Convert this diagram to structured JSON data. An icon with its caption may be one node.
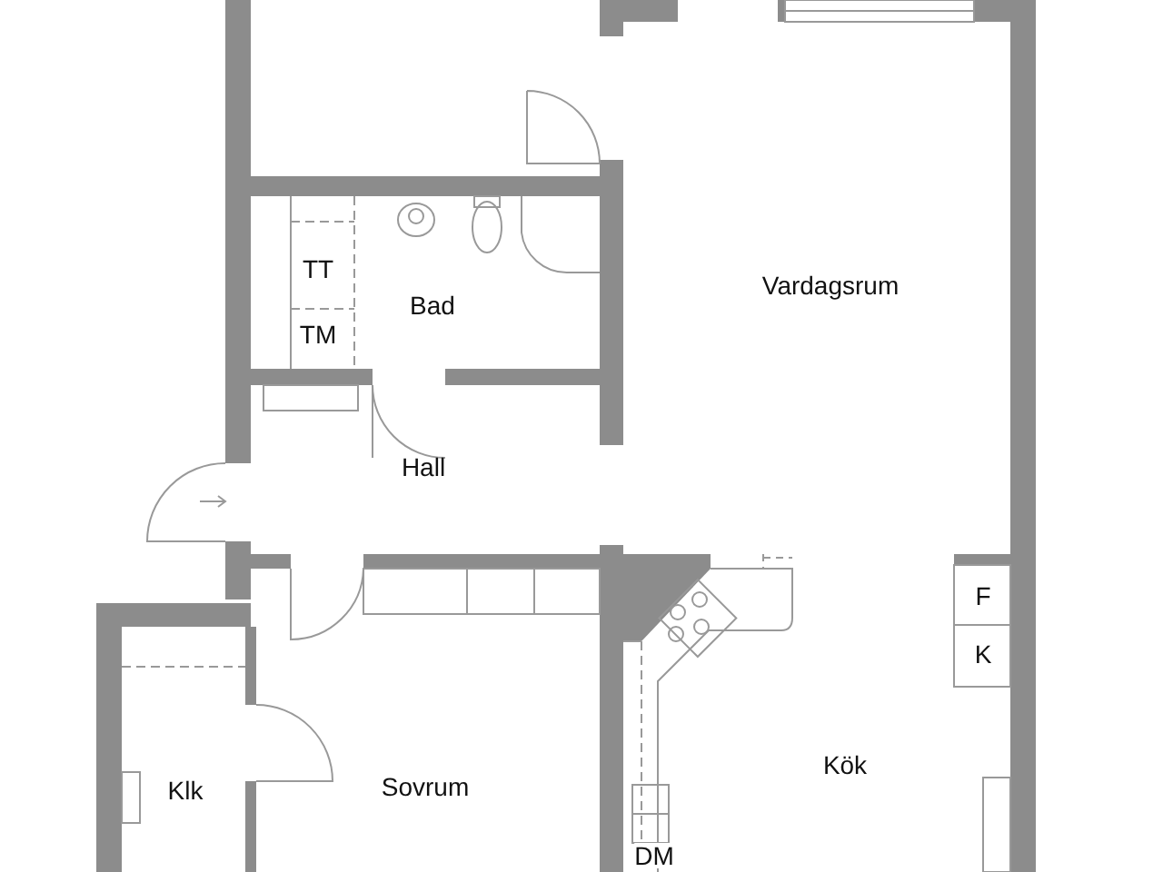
{
  "diagram": {
    "labels": [
      "TT",
      "Vardagsrum",
      "Bad",
      "TM",
      "Hall",
      "F",
      "K",
      "Kök",
      "Sovrum",
      "Klk",
      "DM"
    ]
  }
}
